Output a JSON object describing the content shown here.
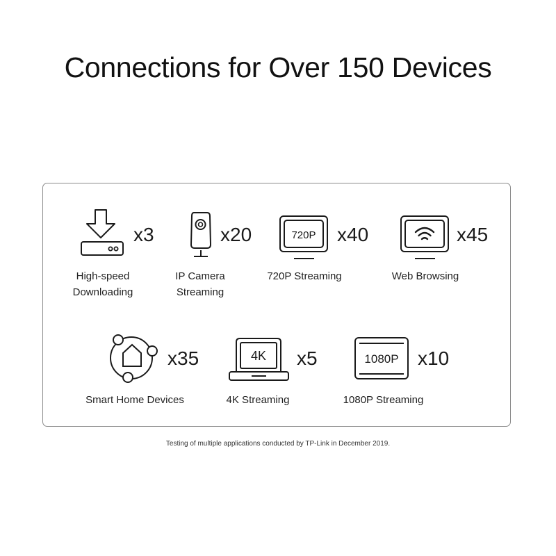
{
  "title": "Connections for Over 150 Devices",
  "devices": [
    {
      "id": "high-speed-downloading",
      "icon": "download-icon",
      "count": "x3",
      "label_line1": "High-speed",
      "label_line2": "Downloading"
    },
    {
      "id": "ip-camera-streaming",
      "icon": "ip-camera-icon",
      "count": "x20",
      "label_line1": "IP Camera",
      "label_line2": "Streaming"
    },
    {
      "id": "720p-streaming",
      "icon": "monitor-720p-icon",
      "count": "x40",
      "label_line1": "720P Streaming",
      "screen_text": "720P"
    },
    {
      "id": "web-browsing",
      "icon": "monitor-wifi-icon",
      "count": "x45",
      "label_line1": "Web Browsing"
    },
    {
      "id": "smart-home-devices",
      "icon": "smart-home-icon",
      "count": "x35",
      "label_line1": "Smart Home Devices"
    },
    {
      "id": "4k-streaming",
      "icon": "laptop-4k-icon",
      "count": "x5",
      "label_line1": "4K Streaming",
      "screen_text": "4K"
    },
    {
      "id": "1080p-streaming",
      "icon": "tv-1080p-icon",
      "count": "x10",
      "label_line1": "1080P Streaming",
      "screen_text": "1080P"
    }
  ],
  "footnote": "Testing of multiple applications conducted by TP-Link in December 2019.",
  "colors": {
    "text": "#1a1a1a",
    "border": "#8a8a8a",
    "background": "#ffffff"
  }
}
